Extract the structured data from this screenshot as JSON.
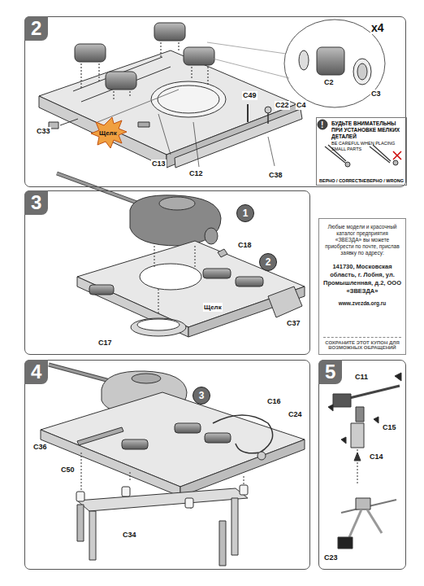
{
  "diagram": {
    "nodes": [
      {
        "text": [
          "2"
        ]
      },
      {
        "text": [
          "БУДЬТЕ ВНИМАТЕЛЬНЫ ПРИ УСТАНОВКЕ МЕЛКИХ ДЕТАЛЕЙ",
          "BE CAREFUL WHEN PLACING SMALL PARTS",
          "ВЕРНО / CORRECT",
          "НЕВЕРНО / WRONG"
        ],
        "in": 0
      },
      {
        "text": [
          "3"
        ]
      },
      {
        "text": [
          "1"
        ],
        "in": 2
      },
      {
        "text": [
          "2"
        ],
        "in": 2
      },
      {
        "text": [
          "Любые модели и красочный каталог предприятия «ЗВЕЗДА» вы можете приобрести по почте, прислав заявку по адресу:",
          "141730, Московская область, г. Лобня, ул. Промышленная, д.2, ООО «ЗВЕЗДА»",
          "www.zvezda.org.ru",
          "СОХРАНИТЕ ЭТОТ КУПОН ДЛЯ ВОЗМОЖНЫХ ОБРАЩЕНИЙ"
        ]
      },
      {
        "text": [
          "4"
        ]
      },
      {
        "text": [
          "3"
        ],
        "in": 6
      },
      {
        "text": [
          "5"
        ]
      }
    ],
    "labels": [
      "x4",
      "C4",
      "C2",
      "C3",
      "C49",
      "C22",
      "C33",
      "Щелк",
      "C13",
      "C12",
      "C38",
      "C18",
      "Щелк",
      "C37",
      "C17",
      "C16",
      "C24",
      "C36",
      "C50",
      "C34",
      "C11",
      "C15",
      "C14",
      "C23"
    ]
  }
}
